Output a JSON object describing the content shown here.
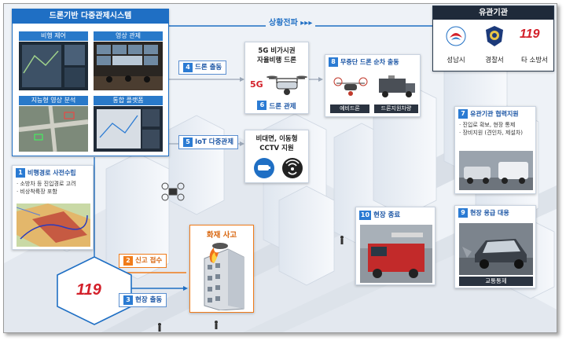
{
  "control_system": {
    "title": "드론기반 다중관제시스템",
    "tiles": [
      "비행 제어",
      "영상 관제",
      "지능형 영상 분석",
      "통합 플랫폼"
    ]
  },
  "situation_broadcast": "상황전파 ▸▸▸",
  "related_agencies": {
    "title": "유관기관",
    "orgs": [
      "성남시",
      "경찰서",
      "타 소방서"
    ],
    "fire_mark": "119"
  },
  "steps": {
    "s1": {
      "num": "1",
      "label": "비행경로 사전수립",
      "bullets": [
        "· 소방차 등 진입경로 고려",
        "· 비상착륙장 포함"
      ]
    },
    "s2": {
      "num": "2",
      "label": "신고 접수"
    },
    "s3": {
      "num": "3",
      "label": "현장 출동"
    },
    "s4": {
      "num": "4",
      "label": "드론 출동"
    },
    "s5": {
      "num": "5",
      "label": "IoT 다중관제"
    },
    "s6": {
      "num": "6",
      "label": "드론 관제"
    },
    "s7": {
      "num": "7",
      "label": "유관기관 협력지원",
      "bullets": [
        "· 진입로 확보, 현장 통제",
        "· 장비지원 (견인차, 제설차)"
      ]
    },
    "s8": {
      "num": "8",
      "label": "무중단 드론 순차 출동",
      "items": [
        "예비드론",
        "드론지원차량"
      ]
    },
    "s9": {
      "num": "9",
      "label": "현장 응급 대응",
      "caption": "교통통제"
    },
    "s10": {
      "num": "10",
      "label": "현장 종료"
    }
  },
  "drone_box": {
    "line1": "5G 비가시권",
    "line2": "자율비행 드론",
    "badge": "5G"
  },
  "cctv_box": {
    "line1": "비대면, 이동형",
    "line2": "CCTV 지원"
  },
  "fire_incident": "화재 사고",
  "station_mark": "119",
  "colors": {
    "accent": "#1f6fc4",
    "orange": "#f07c1b",
    "red": "#d3202a"
  }
}
